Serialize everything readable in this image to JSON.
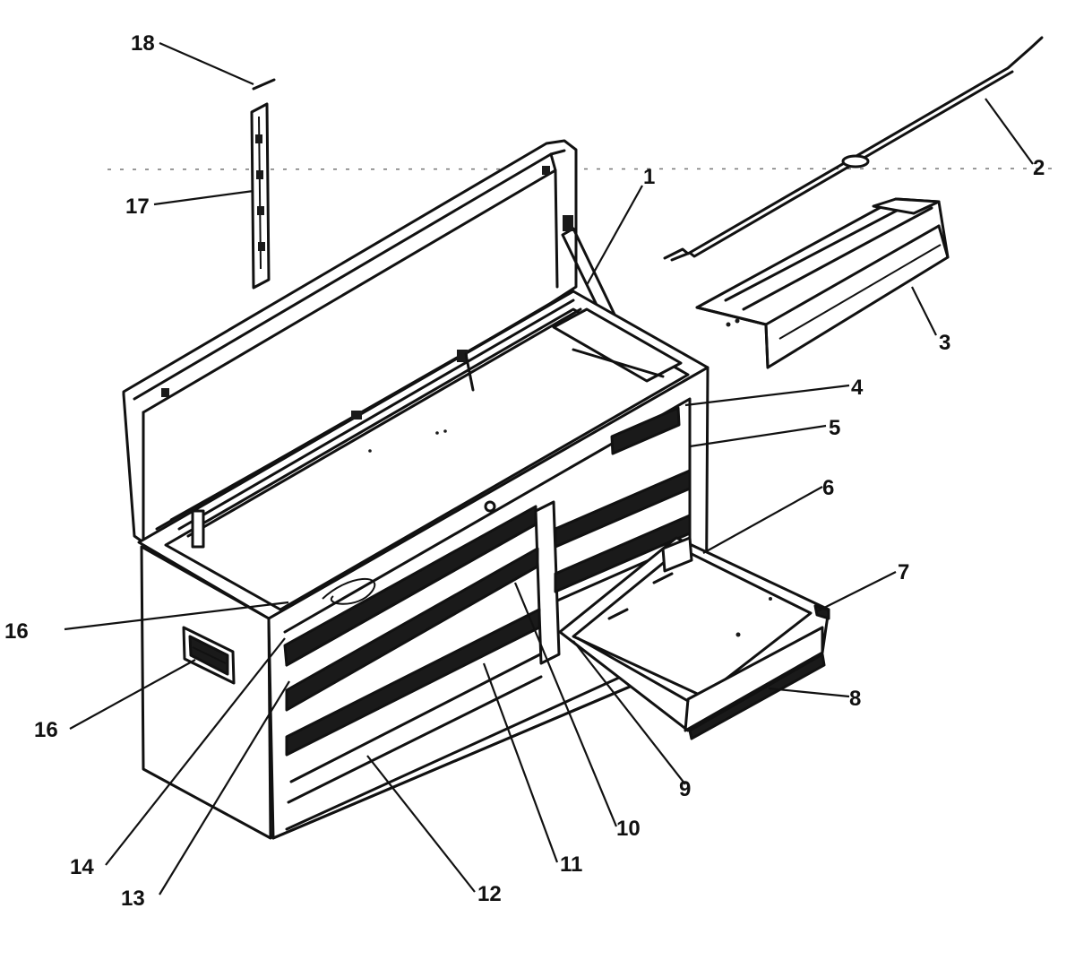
{
  "callouts": [
    {
      "id": "1",
      "text": "1"
    },
    {
      "id": "2",
      "text": "2"
    },
    {
      "id": "3",
      "text": "3"
    },
    {
      "id": "4",
      "text": "4"
    },
    {
      "id": "5",
      "text": "5"
    },
    {
      "id": "6",
      "text": "6"
    },
    {
      "id": "7",
      "text": "7"
    },
    {
      "id": "8",
      "text": "8"
    },
    {
      "id": "9",
      "text": "9"
    },
    {
      "id": "10",
      "text": "10"
    },
    {
      "id": "11",
      "text": "11"
    },
    {
      "id": "12",
      "text": "12"
    },
    {
      "id": "13",
      "text": "13"
    },
    {
      "id": "14",
      "text": "14"
    },
    {
      "id": "15",
      "text": "16"
    },
    {
      "id": "16",
      "text": "16"
    },
    {
      "id": "17",
      "text": "17"
    },
    {
      "id": "18",
      "text": "18"
    }
  ]
}
